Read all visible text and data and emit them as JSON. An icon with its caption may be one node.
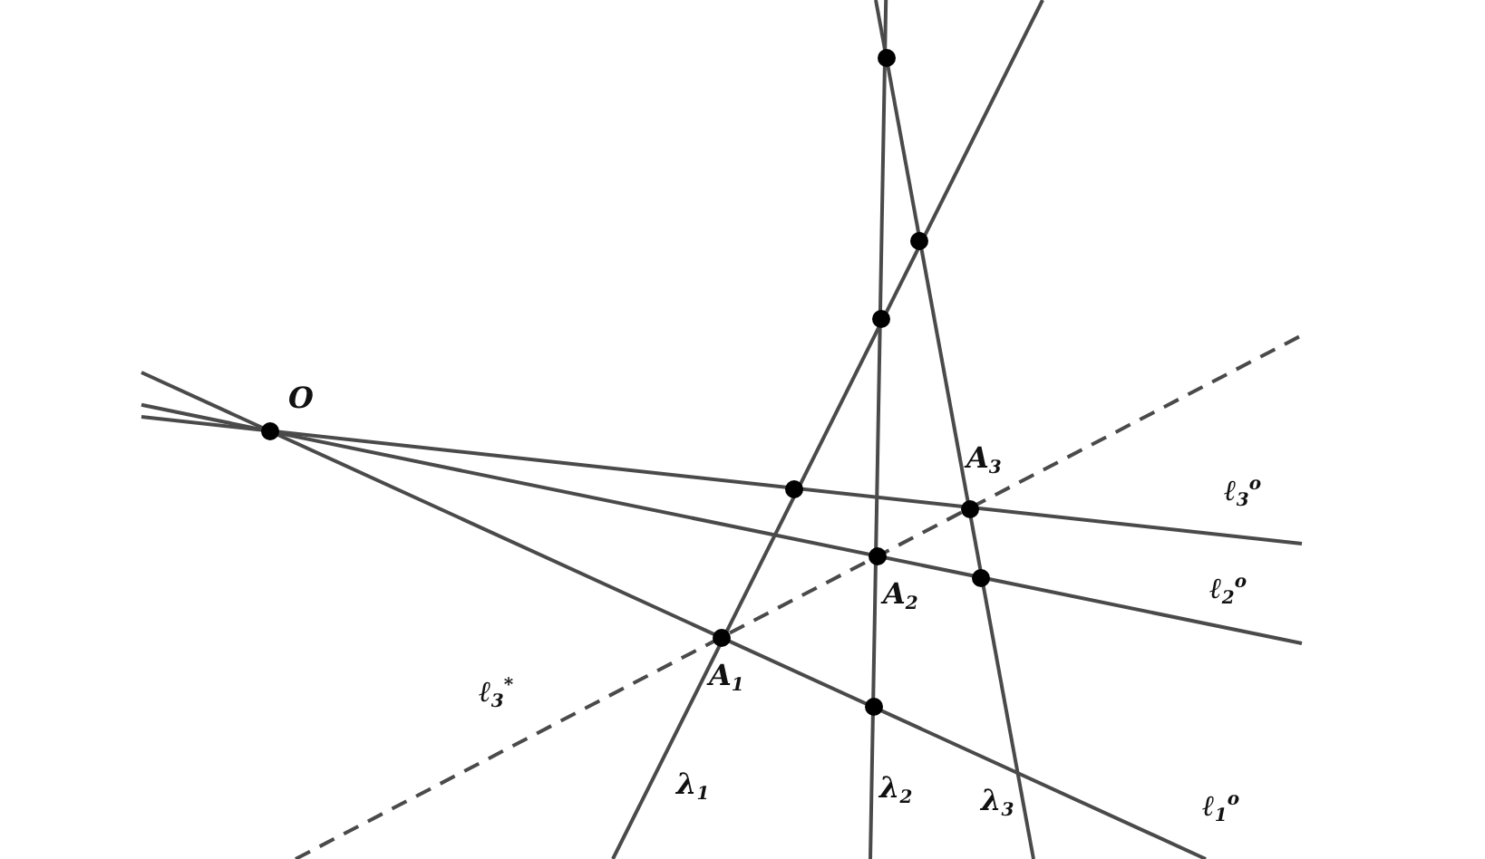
{
  "diagram": {
    "labels": [
      "O",
      "A$_{3}$",
      "ℓ$_{3}$$^{o}$",
      "A$_{2}$",
      "ℓ$_{2}$$^{o}$",
      "A$_{1}$",
      "ℓ$_{3}$$^{*}$",
      "λ$_{1}$",
      "λ$_{2}$",
      "λ$_{3}$",
      "ℓ$_{1}$$^{o}$"
    ]
  }
}
